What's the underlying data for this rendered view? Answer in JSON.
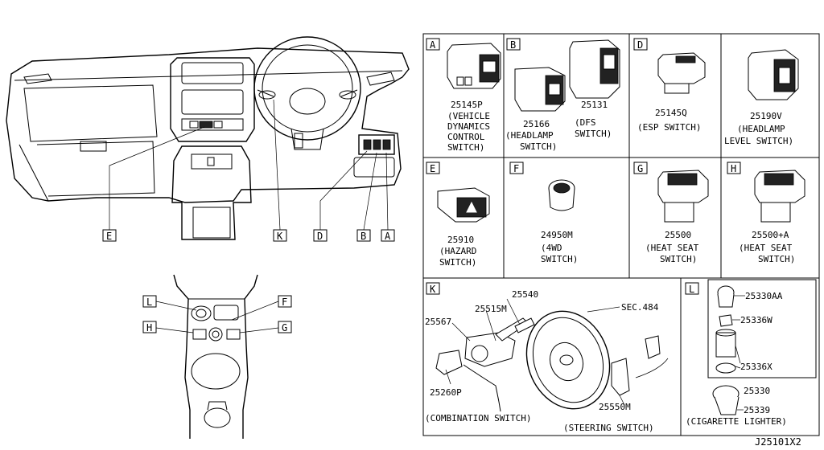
{
  "callouts": {
    "overview": [
      "E",
      "K",
      "D",
      "B",
      "A"
    ],
    "console": [
      "L",
      "F",
      "H",
      "G"
    ]
  },
  "panels": [
    {
      "letter": "A",
      "part": "25145P",
      "desc": [
        "(VEHICLE",
        "DYNAMICS",
        "CONTROL",
        "SWITCH)"
      ]
    },
    {
      "letter": "B",
      "parts": [
        {
          "part": "25166",
          "desc": [
            "(HEADLAMP",
            "SWITCH)"
          ]
        },
        {
          "part": "25131",
          "desc": [
            "(DFS",
            "SWITCH)"
          ]
        }
      ]
    },
    {
      "letter": "D",
      "part": "25145Q",
      "desc": [
        "(ESP SWITCH)"
      ]
    },
    {
      "letter": "",
      "part": "25190V",
      "desc": [
        "(HEADLAMP",
        "LEVEL SWITCH)"
      ]
    },
    {
      "letter": "E",
      "part": "25910",
      "desc": [
        "(HAZARD",
        "SWITCH)"
      ]
    },
    {
      "letter": "F",
      "part": "24950M",
      "desc": [
        "(4WD",
        "SWITCH)"
      ]
    },
    {
      "letter": "G",
      "part": "25500",
      "desc": [
        "(HEAT SEAT",
        "SWITCH)"
      ]
    },
    {
      "letter": "H",
      "part": "25500+A",
      "desc": [
        "(HEAT SEAT",
        "SWITCH)"
      ]
    }
  ],
  "panel_k": {
    "letter": "K",
    "labels": [
      "25540",
      "25515M",
      "25567",
      "SEC.484",
      "25260P",
      "25550M"
    ],
    "captions": [
      "(COMBINATION SWITCH)",
      "(STEERING SWITCH)"
    ]
  },
  "panel_l": {
    "letter": "L",
    "labels": [
      "25330AA",
      "25336W",
      "25336X",
      "25330",
      "25339"
    ],
    "caption": "(CIGARETTE LIGHTER)"
  },
  "footer": {
    "code": "J25101X2"
  }
}
